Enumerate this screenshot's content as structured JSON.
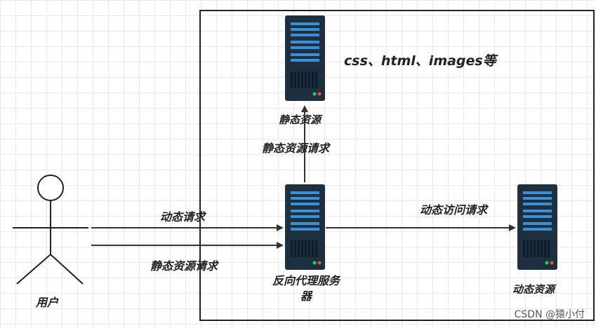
{
  "labels": {
    "static_files": "css、html、images等",
    "static_server": "静态资源",
    "static_request_up": "静态资源请求",
    "dynamic_request": "动态请求",
    "static_request": "静态资源请求",
    "proxy_server": "反向代理服务器",
    "dynamic_access": "动态访问请求",
    "dynamic_server": "动态资源",
    "user": "用户"
  },
  "watermark": "CSDN @猿小付",
  "colors": {
    "server_body": "#1e2f3f",
    "server_slot": "#3a8fd6",
    "led_green": "#39c26a",
    "led_red": "#e54b4b",
    "line": "#333333"
  }
}
